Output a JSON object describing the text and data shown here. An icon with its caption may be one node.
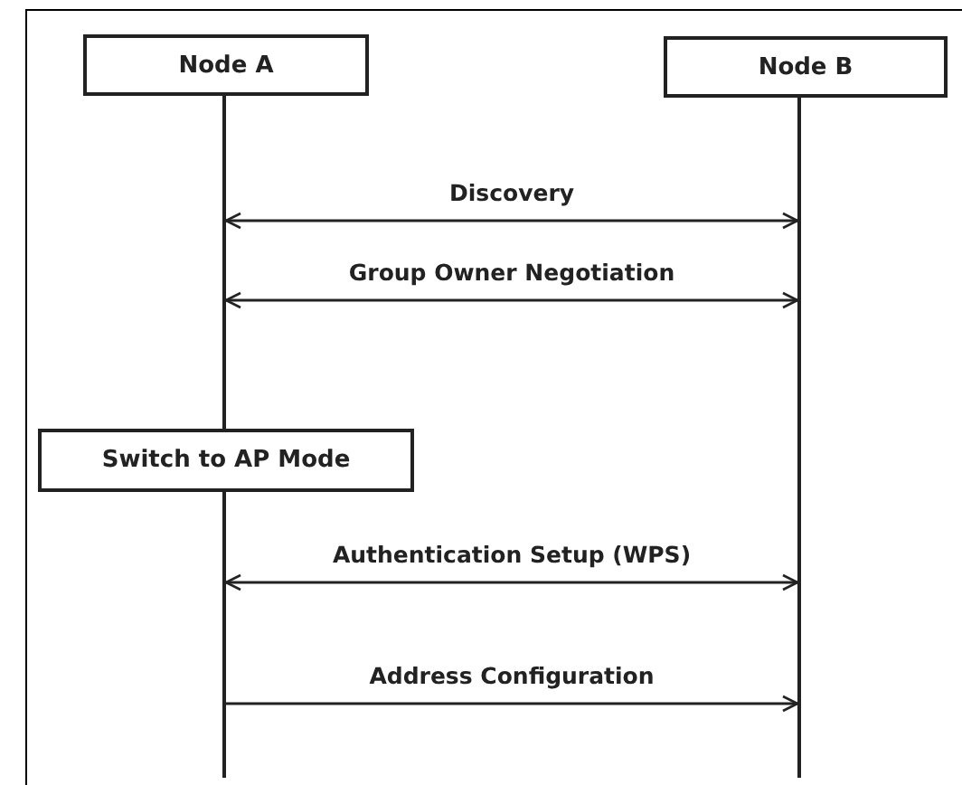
{
  "diagram": {
    "nodes": [
      {
        "text": [
          "Node A"
        ]
      },
      {
        "text": [
          "Node B"
        ]
      },
      {
        "text": [
          "Switch to AP Mode"
        ]
      }
    ],
    "edges": [
      {
        "from": 0,
        "to": 1,
        "arrow": "both",
        "label": "Discovery"
      },
      {
        "from": 0,
        "to": 1,
        "arrow": "both",
        "label": "Group Owner Negotiation"
      },
      {
        "from": 0,
        "to": 1,
        "arrow": "both",
        "label": "Authentication Setup (WPS)"
      },
      {
        "from": 0,
        "to": 1,
        "arrow": "to",
        "label": "Address Configuration"
      }
    ]
  }
}
